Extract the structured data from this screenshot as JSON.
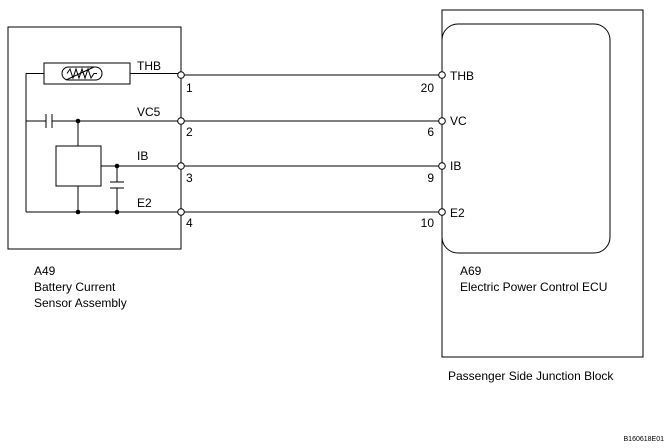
{
  "left_component": {
    "code": "A49",
    "name_line1": "Battery Current",
    "name_line2": "Sensor Assembly"
  },
  "right_component": {
    "code": "A69",
    "name": "Electric Power Control ECU"
  },
  "junction_block_label": "Passenger Side Junction Block",
  "wires": [
    {
      "left_signal": "THB",
      "left_pin": "1",
      "right_pin": "20",
      "right_signal": "THB"
    },
    {
      "left_signal": "VC5",
      "left_pin": "2",
      "right_pin": "6",
      "right_signal": "VC"
    },
    {
      "left_signal": "IB",
      "left_pin": "3",
      "right_pin": "9",
      "right_signal": "IB"
    },
    {
      "left_signal": "E2",
      "left_pin": "4",
      "right_pin": "10",
      "right_signal": "E2"
    }
  ],
  "figure_code": "B160618E01"
}
